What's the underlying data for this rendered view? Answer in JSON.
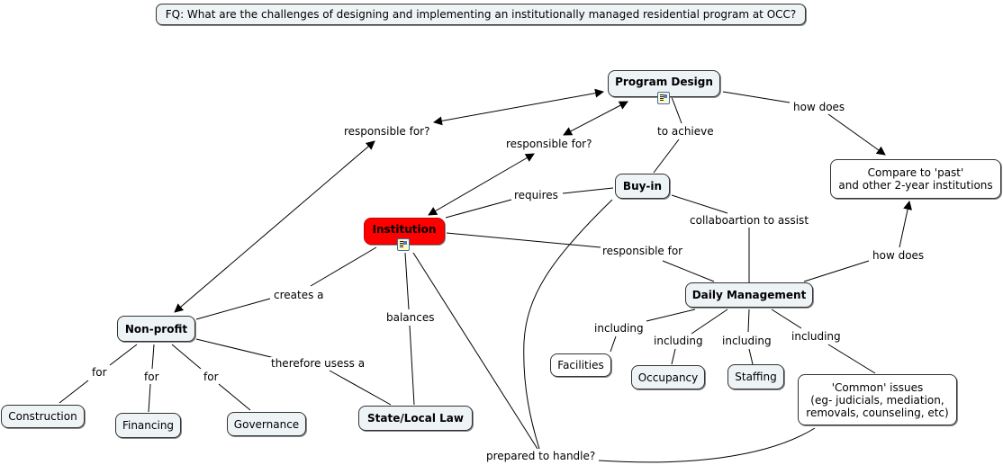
{
  "focus_question": "FQ: What are the challenges of designing and implementing an institutionally managed residential program at OCC?",
  "nodes": {
    "program_design": "Program Design",
    "institution": "Institution",
    "buy_in": "Buy-in",
    "compare": "Compare to 'past'\nand other 2-year institutions",
    "daily_management": "Daily Management",
    "non_profit": "Non-profit",
    "construction": "Construction",
    "financing": "Financing",
    "governance": "Governance",
    "state_local_law": "State/Local Law",
    "facilities": "Facilities",
    "occupancy": "Occupancy",
    "staffing": "Staffing",
    "common_issues": "'Common' issues\n(eg- judicials, mediation,\nremovals, counseling, etc)"
  },
  "links": {
    "responsible_for_q1": "responsible for?",
    "responsible_for_q2": "responsible for?",
    "how_does_1": "how does",
    "to_achieve": "to achieve",
    "requires": "requires",
    "collaboration": "collaboartion to assist",
    "responsible_for": "responsible for",
    "how_does_2": "how does",
    "creates_a": "creates a",
    "balances": "balances",
    "therefore": "therefore usess a",
    "for_1": "for",
    "for_2": "for",
    "for_3": "for",
    "including_1": "including",
    "including_2": "including",
    "including_3": "including",
    "including_4": "including",
    "prepared": "prepared to handle?"
  },
  "colors": {
    "node_fill": "#eef3f6",
    "highlight_node": "#ff0000",
    "line": "#000000"
  }
}
